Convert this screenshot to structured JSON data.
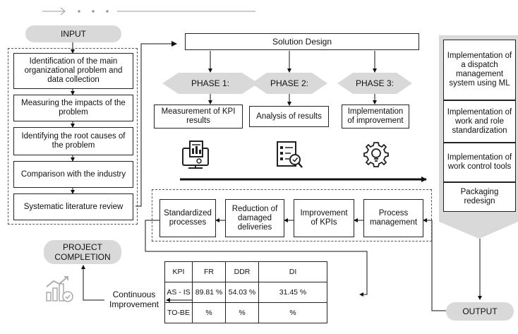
{
  "input_label": "INPUT",
  "output_label": "OUTPUT",
  "project_completion": "PROJECT COMPLETION",
  "continuous_improvement": "Continuous Improvement",
  "solution_design": "Solution Design",
  "input_steps": [
    "Identification of the main organizational problem and data collection",
    "Measuring the impacts of the problem",
    "Identifying the root causes of the problem",
    "Comparison with the industry",
    "Systematic literature review"
  ],
  "phases": [
    {
      "label": "PHASE 1:",
      "title": "Measurement of KPI results"
    },
    {
      "label": "PHASE 2:",
      "title": "Analysis of results"
    },
    {
      "label": "PHASE 3:",
      "title": "Implementation of improvement"
    }
  ],
  "process_steps": [
    "Standardized processes",
    "Reduction of damaged deliveries",
    "Improvement of KPIs",
    "Process management"
  ],
  "output_items": [
    "Implementation of a dispatch management system using ML",
    "Implementation of work and role standardization",
    "Implementation of work control tools",
    "Packaging redesign"
  ],
  "kpi_table": {
    "header": [
      "KPI",
      "FR",
      "DDR",
      "DI"
    ],
    "rows": [
      [
        "AS - IS",
        "89.81 %",
        "54.03 %",
        "31.45 %"
      ],
      [
        "TO-BE",
        "%",
        "%",
        "%"
      ]
    ]
  },
  "icons": [
    "report-chart-icon",
    "checklist-icon",
    "lightbulb-gear-icon",
    "growth-chart-icon"
  ]
}
